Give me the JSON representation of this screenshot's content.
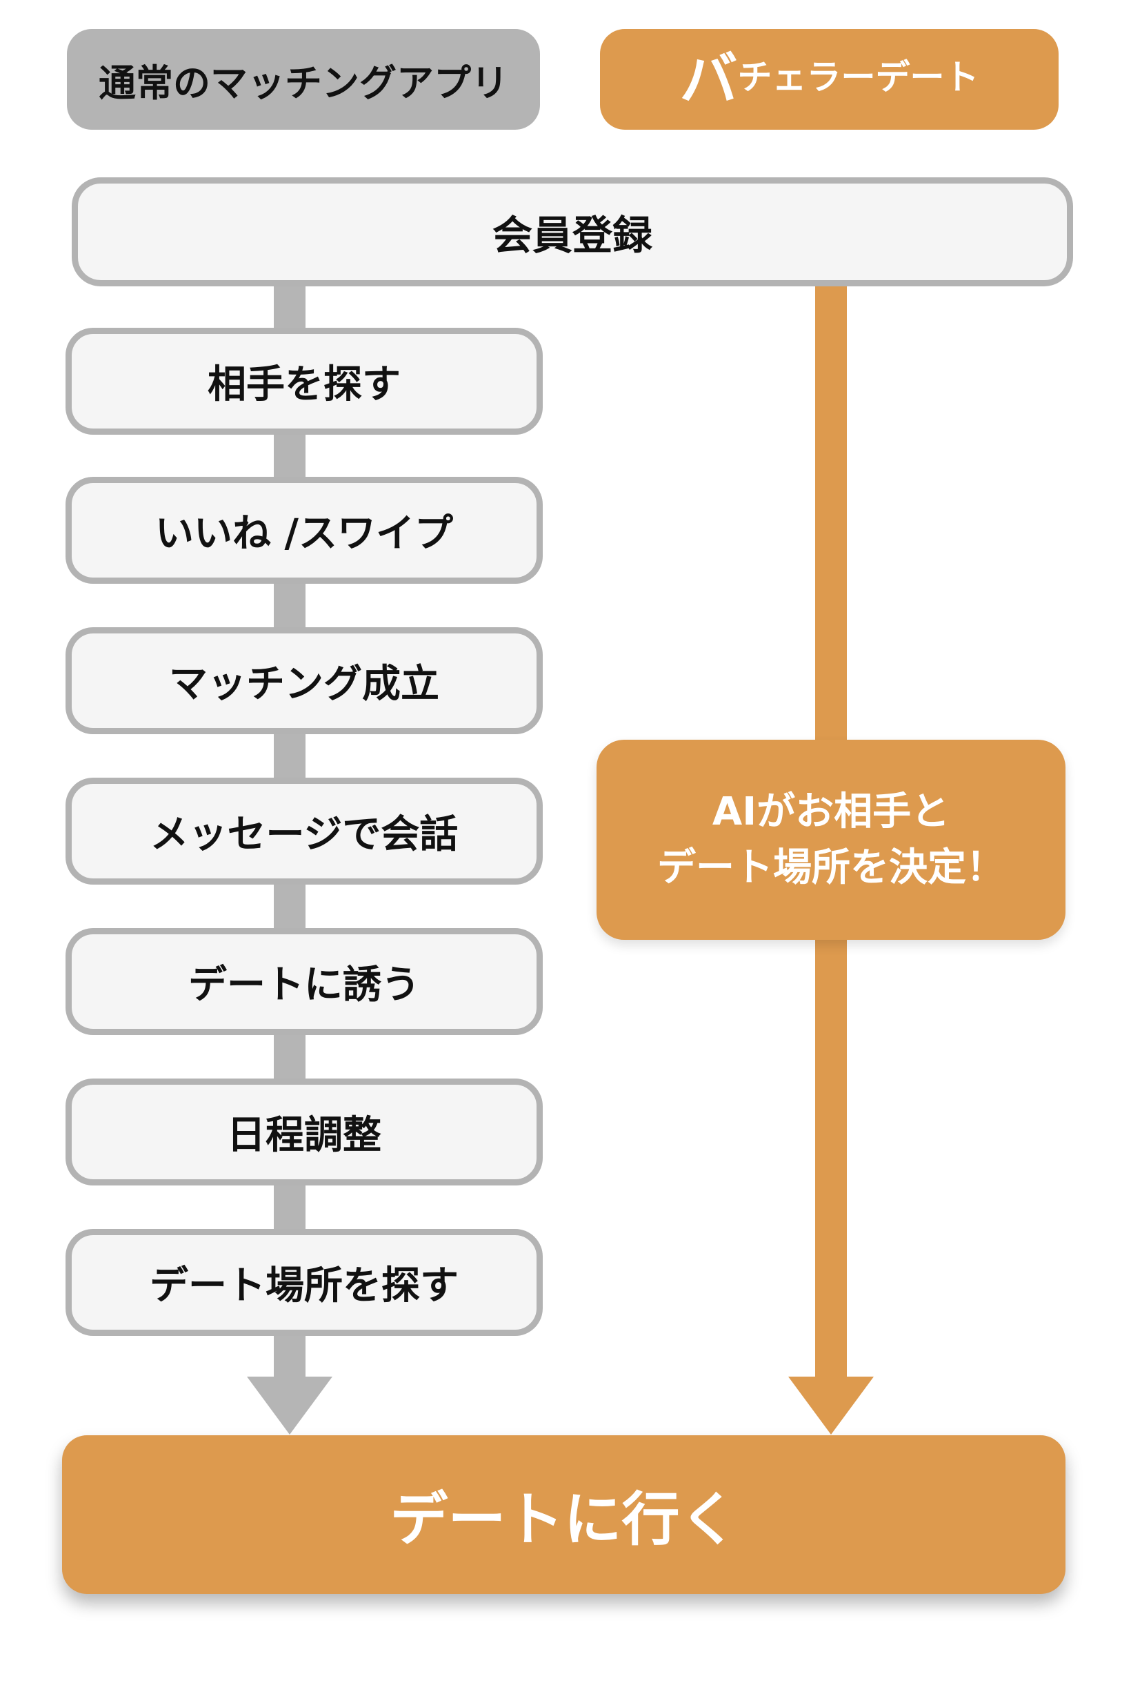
{
  "colors": {
    "orange": "#dd9a4e",
    "header_gray": "#b4b4b4",
    "box_fill": "#f5f5f5",
    "box_border": "#b3b3b3",
    "arrow_gray": "#b5b5b5",
    "text_black": "#111111",
    "text_white": "#ffffff"
  },
  "headers": {
    "left_label": "通常のマッチングアプリ",
    "right_label_large": "バ",
    "right_label_small": "チェラーデート"
  },
  "signup_step": {
    "label": "会員登録"
  },
  "flow": {
    "steps": [
      {
        "label": "相手を探す"
      },
      {
        "label": "いいね /スワイプ"
      },
      {
        "label": "マッチング成立"
      },
      {
        "label": "メッセージで会話"
      },
      {
        "label": "デートに誘う"
      },
      {
        "label": "日程調整"
      },
      {
        "label": "デート場所を探す"
      }
    ]
  },
  "ai_step": {
    "line1": "AIがお相手と",
    "line2": "デート場所を決定！"
  },
  "final_step": {
    "label": "デートに行く"
  }
}
